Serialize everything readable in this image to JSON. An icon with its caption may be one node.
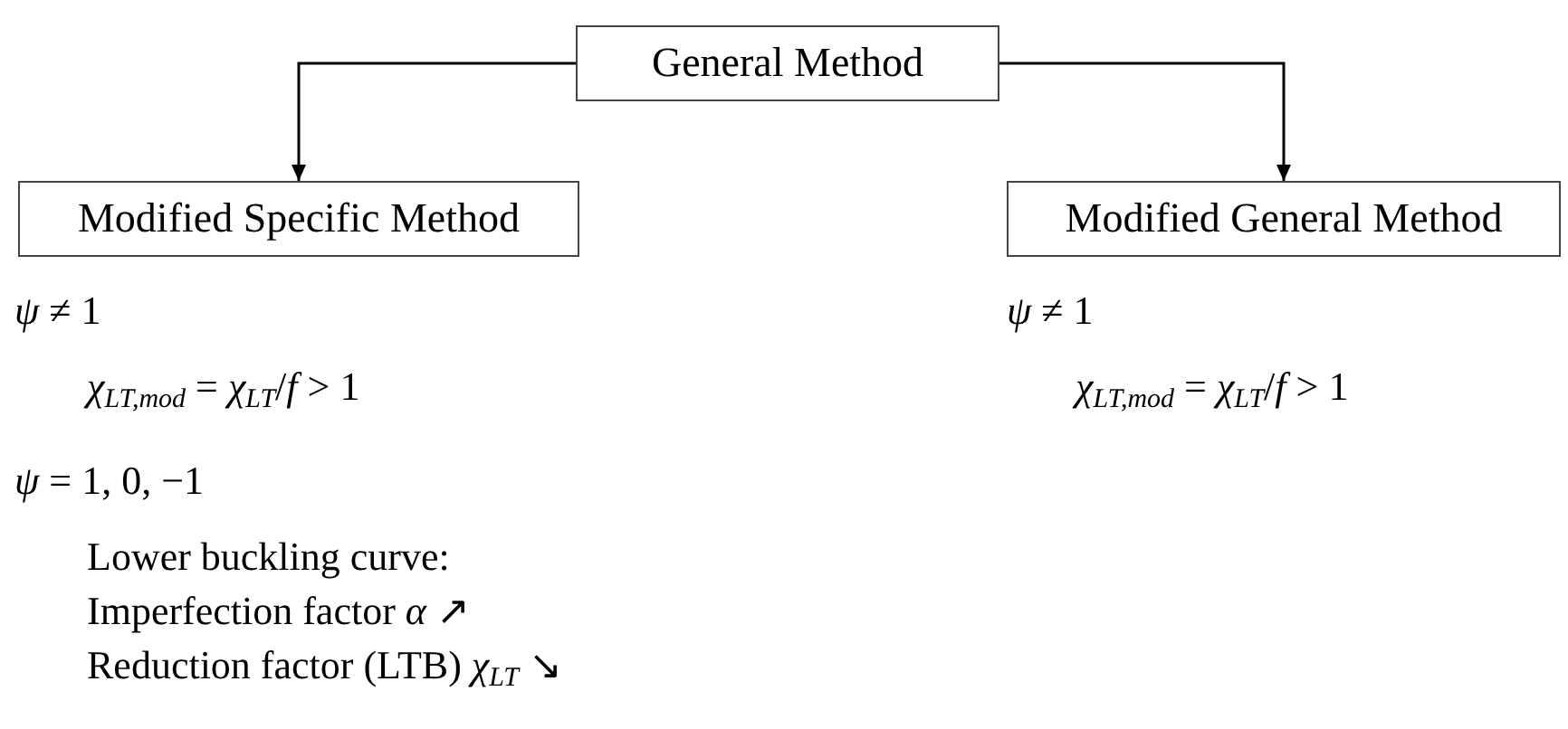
{
  "diagram": {
    "nodes": [
      {
        "text": [
          "General Method"
        ]
      },
      {
        "text": [
          "Modified Specific Method"
        ]
      },
      {
        "text": [
          "Modified General Method"
        ]
      }
    ],
    "edges": [
      {
        "from": 0,
        "to": 1,
        "arrow": "to"
      },
      {
        "from": 0,
        "to": 2,
        "arrow": "to"
      }
    ],
    "labels": [
      "*ψ* ≠ 1",
      "*ψ* ≠ 1",
      "*χ*$_{LT,mod}$ = *χ*$_{LT}$/*f* > 1",
      "*χ*$_{LT,mod}$ = *χ*$_{LT}$/*f* > 1",
      "*ψ* = 1, 0, −1",
      "Lower buckling curve:",
      "Imperfection factor *α* ↗",
      "Reduction factor (LTB) *χ*$_{LT}$ ↘"
    ]
  }
}
